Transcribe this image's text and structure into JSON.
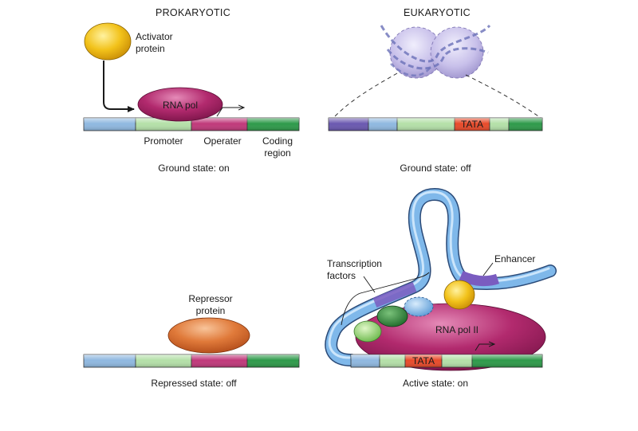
{
  "prokaryotic": {
    "header": "PROKARYOTIC",
    "activator_line1": "Activator",
    "activator_line2": "protein",
    "rna_pol": "RNA pol",
    "promoter": "Promoter",
    "operater": "Operater",
    "coding_line1": "Coding",
    "coding_line2": "region",
    "ground_state": "Ground state: on",
    "repressor_line1": "Repressor",
    "repressor_line2": "protein",
    "repressed_state": "Repressed state: off"
  },
  "eukaryotic": {
    "header": "EUKARYOTIC",
    "tata_top": "TATA",
    "ground_state": "Ground state: off",
    "tf_line1": "Transcription",
    "tf_line2": "factors",
    "enhancer": "Enhancer",
    "rna_pol_ii": "RNA pol II",
    "tata_bottom": "TATA",
    "active_state": "Active state: on"
  },
  "colors": {
    "dna_blue": "#8fb8e0",
    "dna_green": "#b4e0a8",
    "dna_magenta": "#c0397a",
    "dna_dark_green": "#2e9a4a",
    "dna_purple": "#6a58b0",
    "tata_red": "#e84a2a",
    "activator_yellow": "#f2c21a",
    "rna_pol_magenta": "#b22a6e",
    "repressor_orange": "#e07a3a",
    "nucleosome_lavender": "#c8c0ea",
    "tube_blue": "#5f9fd6",
    "tf_blue": "#7db4e6",
    "tf_dark_green": "#2f8a3c",
    "tf_light_green": "#8fd06a"
  },
  "icons": [
    "arrow-right-icon",
    "transcription-start-arrow-icon"
  ]
}
